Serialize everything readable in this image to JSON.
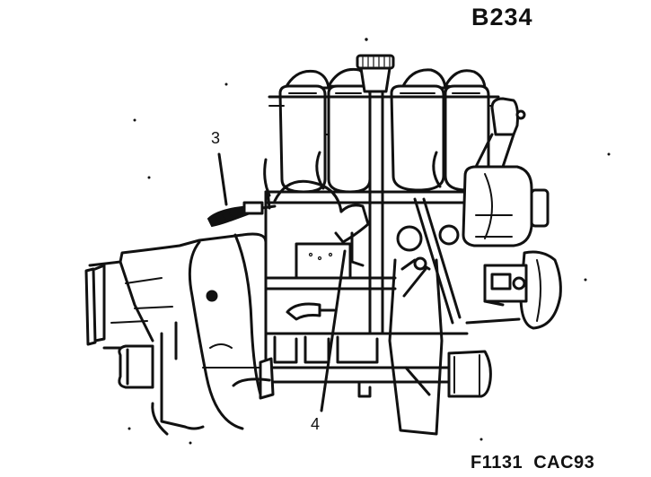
{
  "diagram": {
    "engine_code": "B234",
    "figure_reference": "F1131  CAC93",
    "subject": "engine-assembly-with-transmission",
    "callouts": [
      {
        "number": "3",
        "target": "wiring-harness-sleeve"
      },
      {
        "number": "4",
        "target": "lower-component-connector"
      }
    ]
  },
  "colors": {
    "line": "#111111",
    "background": "#ffffff"
  }
}
